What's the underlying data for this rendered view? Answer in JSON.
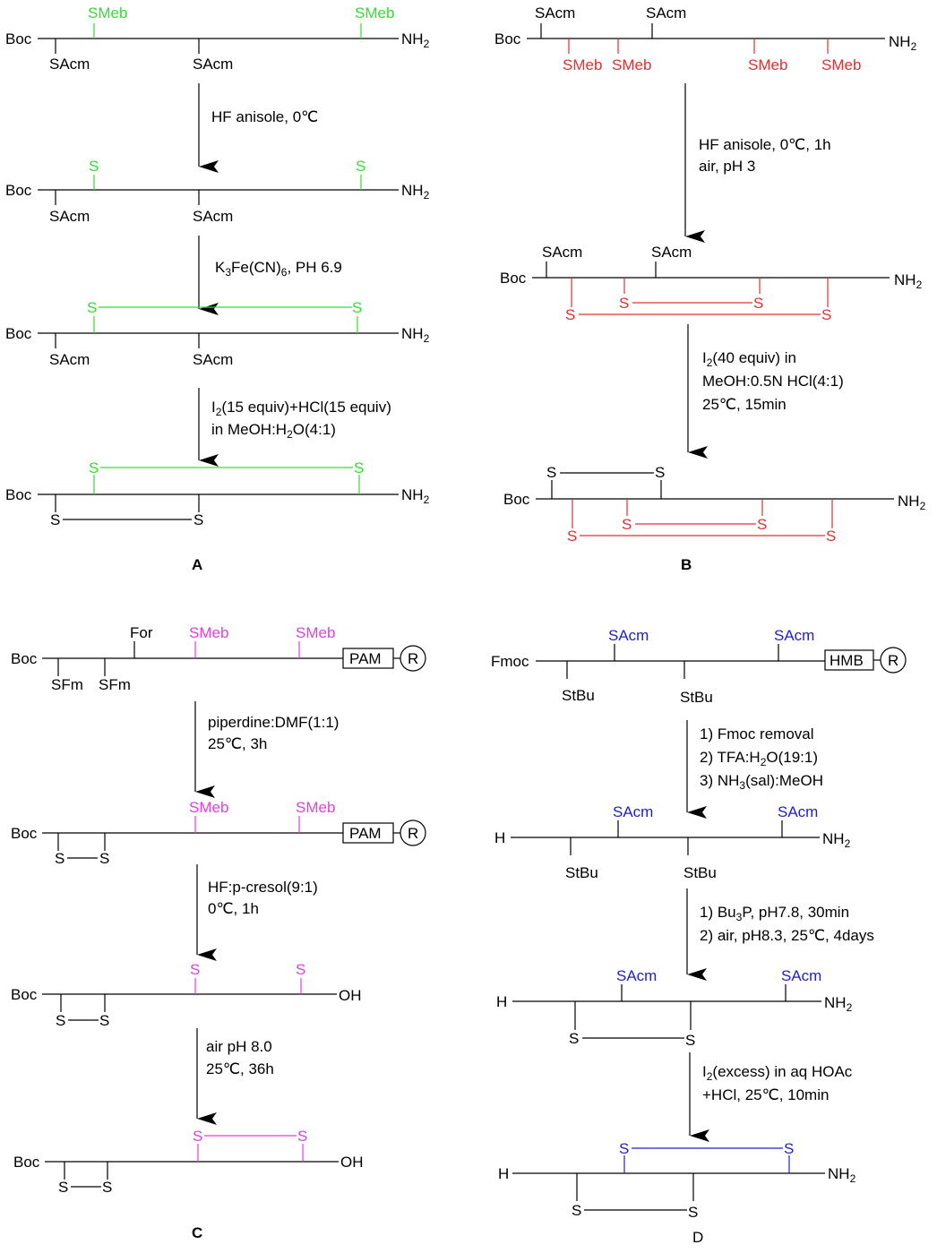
{
  "colors": {
    "black": "#000000",
    "green": "#33dd33",
    "red": "#e03030",
    "magenta": "#e040e0",
    "blue": "#2020d0"
  },
  "panels": {
    "A": {
      "label": "A",
      "s1": {
        "left": "Boc",
        "right": "NH",
        "right_sub": "2",
        "top": [
          "SMeb",
          "SMeb"
        ],
        "bottom": [
          "SAcm",
          "SAcm"
        ]
      },
      "arrow1": [
        "HF anisole, 0℃"
      ],
      "s2": {
        "left": "Boc",
        "right": "NH",
        "right_sub": "2",
        "top": [
          "S",
          "S"
        ],
        "bottom": [
          "SAcm",
          "SAcm"
        ]
      },
      "arrow2": {
        "pre": "K",
        "sub": "3",
        "mid": "Fe(CN)",
        "sub2": "6",
        "post": ", PH 6.9"
      },
      "s3": {
        "left": "Boc",
        "right": "NH",
        "right_sub": "2",
        "top": [
          "S",
          "S"
        ],
        "bottom": [
          "SAcm",
          "SAcm"
        ]
      },
      "arrow3": {
        "l1_pre": "I",
        "l1_sub": "2",
        "l1_post": "(15 equiv)+HCl(15 equiv)",
        "l2_pre": "in MeOH:H",
        "l2_sub": "2",
        "l2_post": "O(4:1)"
      },
      "s4": {
        "left": "Boc",
        "right": "NH",
        "right_sub": "2",
        "top": [
          "S",
          "S"
        ],
        "bottom": [
          "S",
          "S"
        ]
      }
    },
    "B": {
      "label": "B",
      "s1": {
        "left": "Boc",
        "right": "NH",
        "right_sub": "2",
        "top": [
          "SAcm",
          "SAcm"
        ],
        "bottom": [
          "SMeb",
          "SMeb",
          "SMeb",
          "SMeb"
        ]
      },
      "arrow1": [
        "HF anisole, 0℃, 1h",
        "air, pH 3"
      ],
      "s2": {
        "left": "Boc",
        "right": "NH",
        "right_sub": "2",
        "top": [
          "SAcm",
          "SAcm"
        ],
        "bottom": [
          "S",
          "S",
          "S",
          "S"
        ]
      },
      "arrow2": {
        "l1_pre": "I",
        "l1_sub": "2",
        "l1_post": "(40 equiv) in",
        "l2": "MeOH:0.5N HCl(4:1)",
        "l3": "25℃, 15min"
      },
      "s3": {
        "left": "Boc",
        "right": "NH",
        "right_sub": "2",
        "top": [
          "S",
          "S"
        ],
        "bottom": [
          "S",
          "S",
          "S",
          "S"
        ]
      }
    },
    "C": {
      "label": "C",
      "s1": {
        "left": "Boc",
        "resin_box": "PAM",
        "resin": "R",
        "top": [
          "For",
          "SMeb",
          "SMeb"
        ],
        "bottom": [
          "SFm",
          "SFm"
        ]
      },
      "arrow1": [
        "piperdine:DMF(1:1)",
        "25℃, 3h"
      ],
      "s2": {
        "left": "Boc",
        "resin_box": "PAM",
        "resin": "R",
        "top": [
          "SMeb",
          "SMeb"
        ],
        "bottom": [
          "S",
          "S"
        ]
      },
      "arrow2": [
        "HF:p-cresol(9:1)",
        "0℃, 1h"
      ],
      "s3": {
        "left": "Boc",
        "right": "OH",
        "top": [
          "S",
          "S"
        ],
        "bottom": [
          "S",
          "S"
        ]
      },
      "arrow3": [
        "air pH 8.0",
        "25℃, 36h"
      ],
      "s4": {
        "left": "Boc",
        "right": "OH",
        "top": [
          "S",
          "S"
        ],
        "bottom": [
          "S",
          "S"
        ]
      }
    },
    "D": {
      "label": "D",
      "s1": {
        "left": "Fmoc",
        "resin_box": "HMB",
        "resin": "R",
        "top": [
          "SAcm",
          "SAcm"
        ],
        "bottom": [
          "StBu",
          "StBu"
        ]
      },
      "arrow1": {
        "l1": "1) Fmoc removal",
        "l2_pre": "2) TFA:H",
        "l2_sub": "2",
        "l2_post": "O(19:1)",
        "l3_pre": "3) NH",
        "l3_sub": "3",
        "l3_post": "(sal):MeOH"
      },
      "s2": {
        "left": "H",
        "right": "NH",
        "right_sub": "2",
        "top": [
          "SAcm",
          "SAcm"
        ],
        "bottom": [
          "StBu",
          "StBu"
        ]
      },
      "arrow2": {
        "l1_pre": "1) Bu",
        "l1_sub": "3",
        "l1_post": "P, pH7.8, 30min",
        "l2": "2) air, pH8.3, 25℃, 4days"
      },
      "s3": {
        "left": "H",
        "right": "NH",
        "right_sub": "2",
        "top": [
          "SAcm",
          "SAcm"
        ],
        "bottom": [
          "S",
          "S"
        ]
      },
      "arrow3": {
        "l1_pre": "I",
        "l1_sub": "2",
        "l1_post": "(excess) in aq HOAc",
        "l2": "+HCl, 25℃, 10min"
      },
      "s4": {
        "left": "H",
        "right": "NH",
        "right_sub": "2",
        "top": [
          "S",
          "S"
        ],
        "bottom": [
          "S",
          "S"
        ]
      }
    }
  }
}
